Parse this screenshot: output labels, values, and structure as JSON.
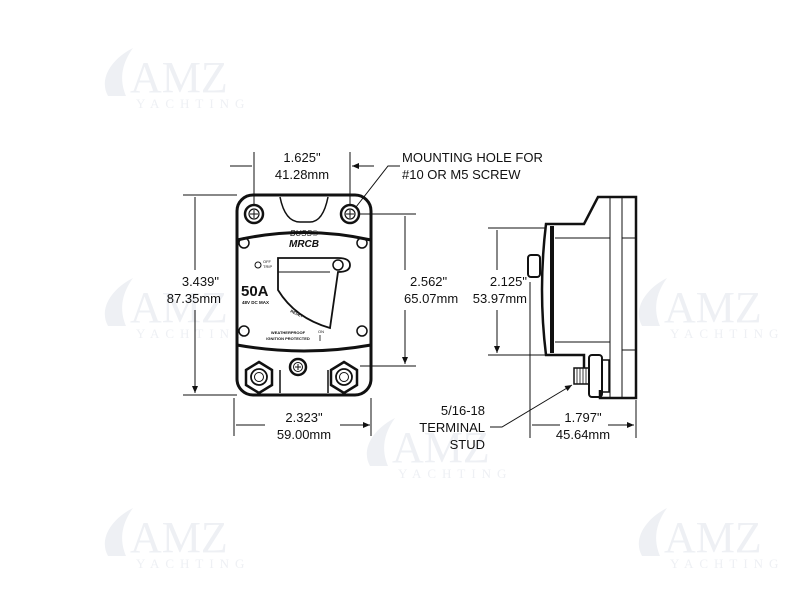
{
  "watermark": {
    "brand": "AMZ",
    "tagline": "YACHTING"
  },
  "device": {
    "brand": "BUSS®",
    "model": "MRCB",
    "rating": "50A",
    "voltage": "48V DC MAX",
    "off_label": "OFF",
    "trip_label": "TRIP",
    "reset_label": "RESET",
    "on_label": "ON",
    "weatherproof": "WEATHERPROOF",
    "ignition": "IGNITION PROTECTED"
  },
  "dimensions": {
    "hole_spacing": {
      "in": "1.625\"",
      "mm": "41.28mm"
    },
    "height": {
      "in": "3.439\"",
      "mm": "87.35mm"
    },
    "hole_vertical": {
      "in": "2.562\"",
      "mm": "65.07mm"
    },
    "width": {
      "in": "2.323\"",
      "mm": "59.00mm"
    },
    "side_height": {
      "in": "2.125\"",
      "mm": "53.97mm"
    },
    "depth": {
      "in": "1.797\"",
      "mm": "45.64mm"
    }
  },
  "callouts": {
    "mounting_hole": [
      "MOUNTING HOLE FOR",
      "#10 OR M5 SCREW"
    ],
    "terminal_stud": [
      "5/16-18",
      "TERMINAL",
      "STUD"
    ]
  }
}
